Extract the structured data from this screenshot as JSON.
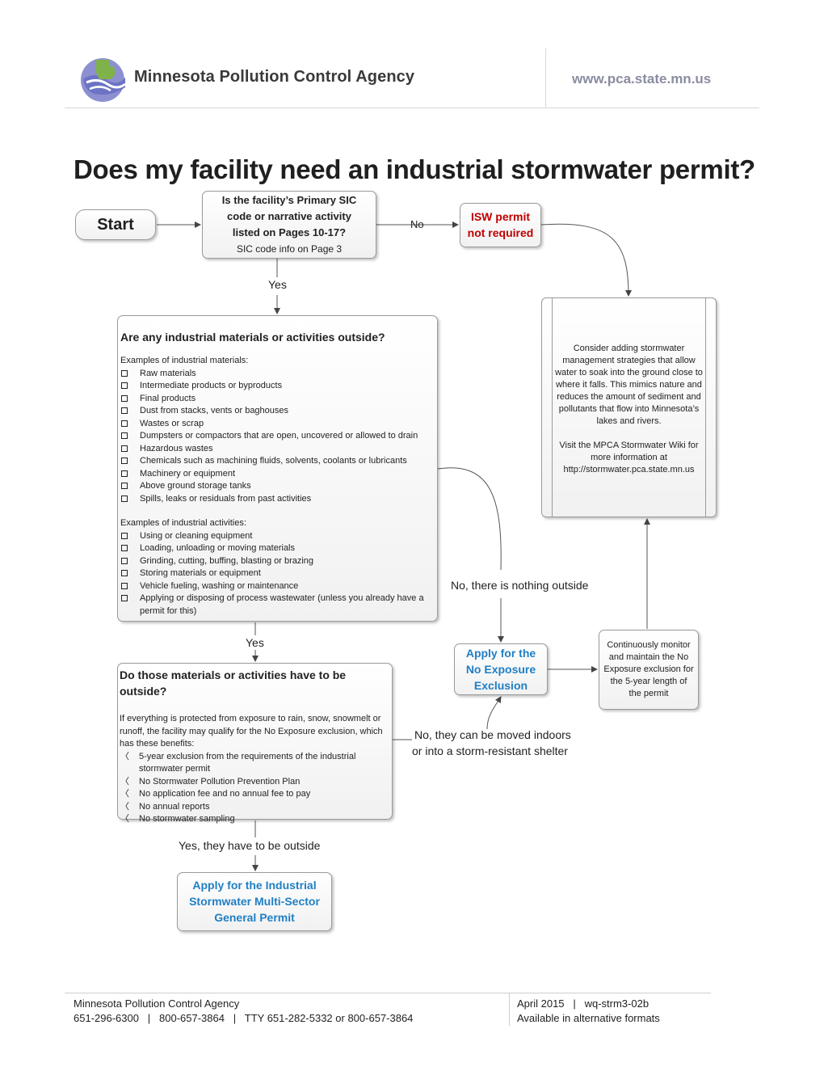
{
  "header": {
    "org_name": "Minnesota Pollution Control Agency",
    "url": "www.pca.state.mn.us",
    "logo_icon": "mpca-logo-icon"
  },
  "title": "Does my facility need an industrial stormwater permit?",
  "flow": {
    "start": "Start",
    "q1": {
      "line1": "Is the facility’s Primary SIC",
      "line2": "code or narrative activity",
      "line3": "listed on Pages 10-17?",
      "note": "SIC code info on Page 3"
    },
    "no_label": "No",
    "not_required": {
      "line1": "ISW permit",
      "line2": "not required"
    },
    "yes_label": "Yes",
    "q2": {
      "heading": "Are any industrial materials or activities outside?",
      "materials_heading": "Examples of industrial materials:",
      "materials": [
        "Raw materials",
        "Intermediate products or byproducts",
        "Final products",
        "Dust from stacks, vents or baghouses",
        "Wastes or scrap",
        "Dumpsters or compactors that are open, uncovered or allowed to drain",
        "Hazardous wastes",
        "Chemicals such as machining fluids, solvents, coolants or lubricants",
        "Machinery or equipment",
        "Above ground storage tanks",
        "Spills, leaks or residuals from past activities"
      ],
      "activities_heading": "Examples of industrial activities:",
      "activities": [
        "Using or cleaning equipment",
        "Loading, unloading or moving materials",
        "Grinding, cutting, buffing, blasting or brazing",
        "Storing materials or equipment",
        "Vehicle fueling, washing or maintenance",
        "Applying or disposing of process wastewater (unless you already have a permit for this)"
      ]
    },
    "side_note": {
      "para1": "Consider adding stormwater management strategies that allow water to soak into the ground close to where it falls. This mimics nature and reduces the amount of sediment and pollutants that flow into Minnesota’s lakes and rivers.",
      "para2": "Visit the MPCA Stormwater Wiki for more information at http://stormwater.pca.state.mn.us"
    },
    "nothing_outside_label": "No, there is nothing outside",
    "yes2_label": "Yes",
    "q3": {
      "heading_line1": "Do those materials or activities have to be",
      "heading_line2": "outside?",
      "intro": "If everything is protected from exposure to rain, snow, snowmelt or runoff, the facility may qualify for the No Exposure exclusion, which has these benefits:",
      "benefits": [
        "5-year exclusion from the requirements of the industrial stormwater permit",
        "No Stormwater Pollution Prevention Plan",
        "No application fee and no annual fee to pay",
        "No annual reports",
        "No stormwater sampling"
      ]
    },
    "no_exposure": {
      "line1": "Apply for the",
      "line2": "No Exposure",
      "line3": "Exclusion"
    },
    "monitor": {
      "line1": "Continuously monitor",
      "line2": "and maintain the No",
      "line3": "Exposure exclusion for",
      "line4": "the 5-year length of",
      "line5": "the permit"
    },
    "moved_indoors_line1": "No, they can be moved indoors",
    "moved_indoors_line2": "or into a storm-resistant shelter",
    "have_outside_label": "Yes, they have to be outside",
    "msgp": {
      "line1": "Apply for the Industrial",
      "line2": "Stormwater Multi-Sector",
      "line3": "General Permit"
    }
  },
  "footer": {
    "org": "Minnesota Pollution Control Agency",
    "phones": "651-296-6300   |   800-657-3864   |   TTY 651-282-5332 or 800-657-3864",
    "date_doc": "April 2015   |   wq-strm3-02b",
    "formats": "Available in alternative formats"
  },
  "colors": {
    "blue_text": "#1f7fc4",
    "red_text": "#c00000"
  }
}
